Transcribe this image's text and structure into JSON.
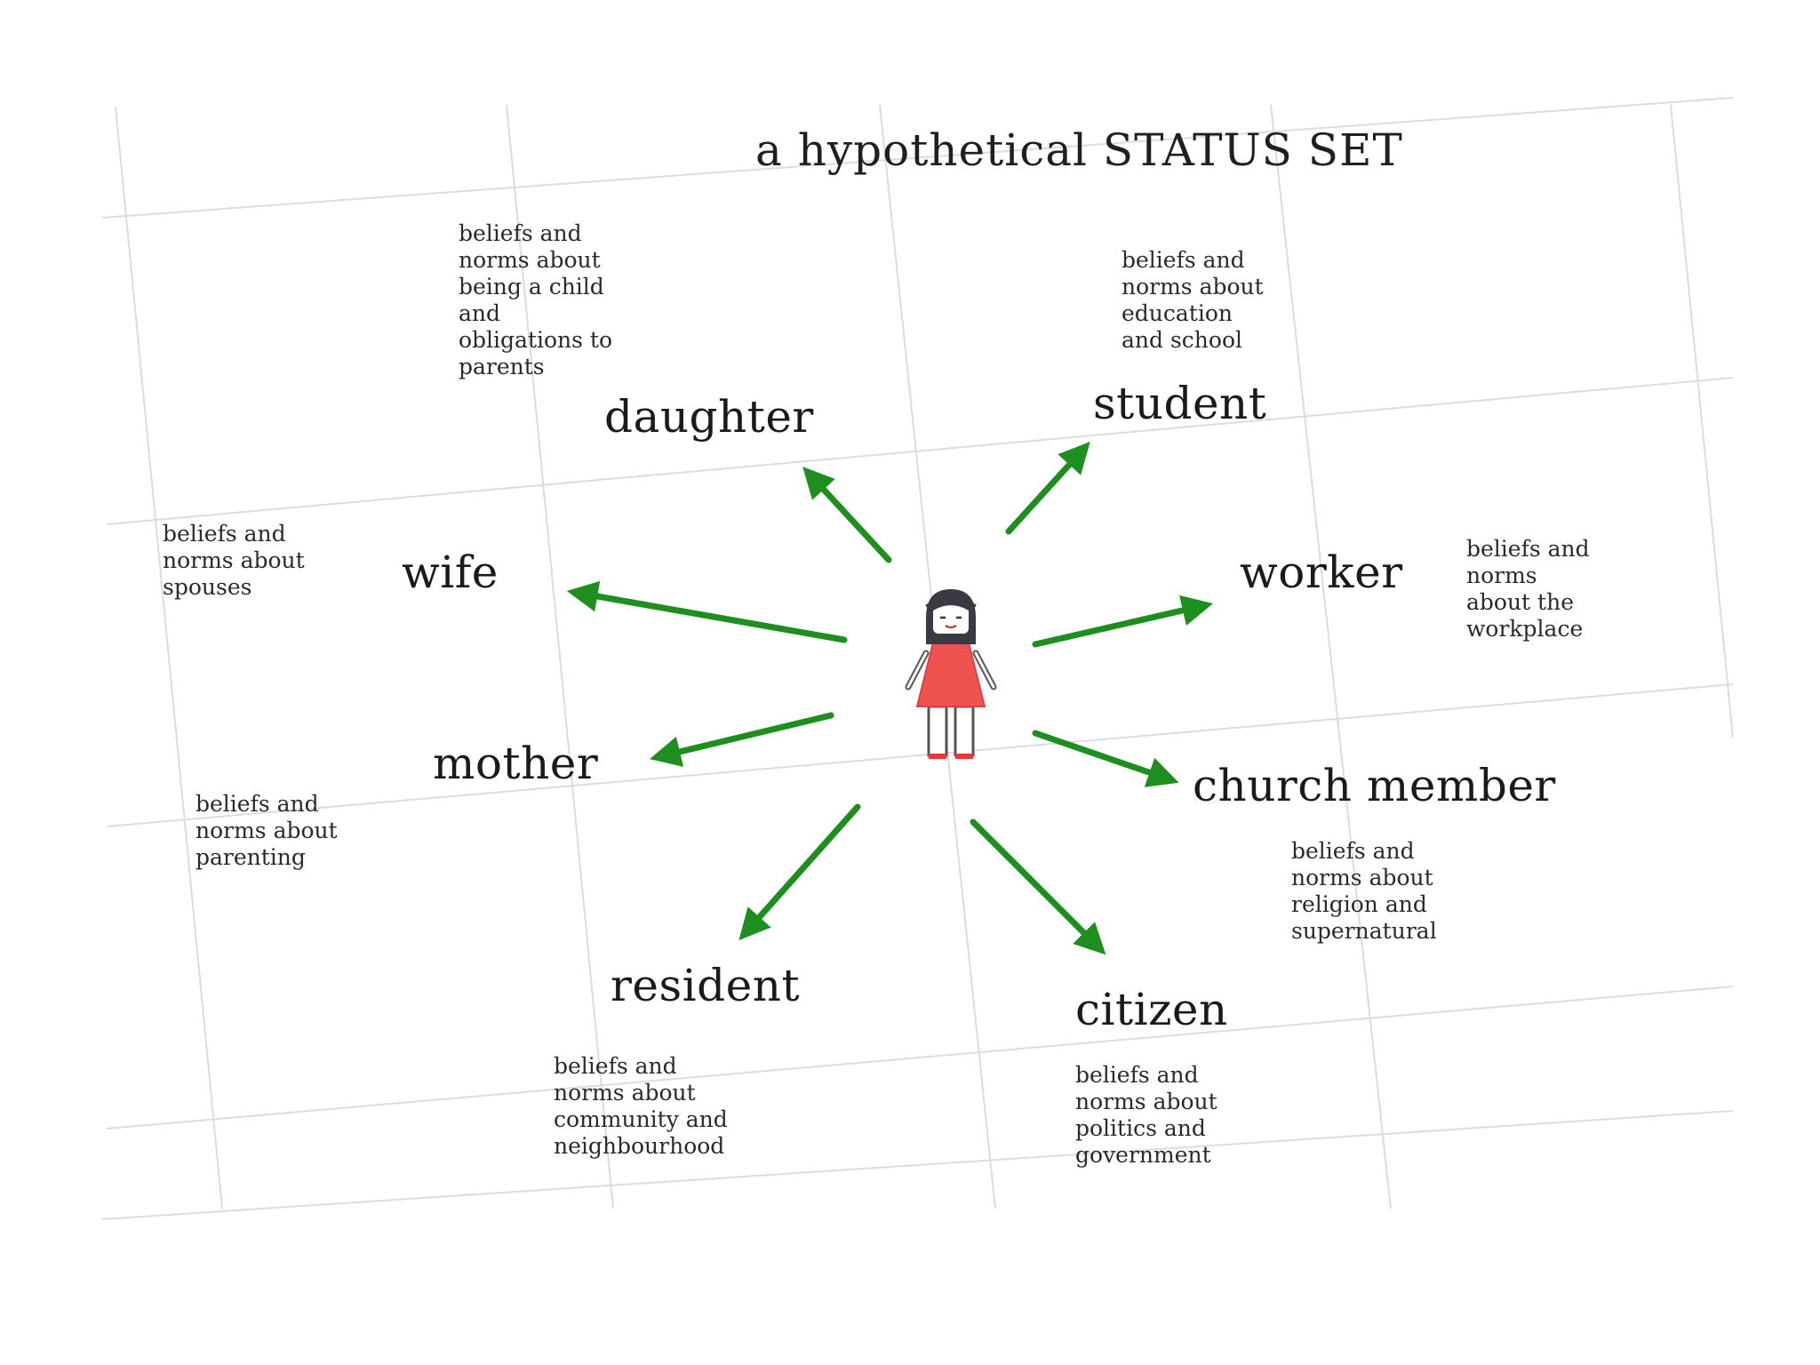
{
  "title": "a hypothetical STATUS SET",
  "colors": {
    "arrow": "#1e8f1e",
    "grid": "#dcdcdc",
    "dress": "#ef5350",
    "hair": "#3a3a44"
  },
  "center": {
    "label": "",
    "icon": "woman-figure-icon"
  },
  "statuses": {
    "daughter": {
      "label": "daughter",
      "note": [
        "beliefs and",
        "norms about",
        "being a child",
        "and",
        "obligations to",
        "parents"
      ]
    },
    "student": {
      "label": "student",
      "note": [
        "beliefs and",
        "norms about",
        "education",
        "and school"
      ]
    },
    "wife": {
      "label": "wife",
      "note": [
        "beliefs and",
        "norms about",
        "spouses"
      ]
    },
    "worker": {
      "label": "worker",
      "note": [
        "beliefs and",
        "norms",
        "about the",
        "workplace"
      ]
    },
    "mother": {
      "label": "mother",
      "note": [
        "beliefs and",
        "norms about",
        "parenting"
      ]
    },
    "church_member": {
      "label": "church member",
      "note": [
        "beliefs and",
        "norms about",
        "religion and",
        "supernatural"
      ]
    },
    "resident": {
      "label": "resident",
      "note": [
        "beliefs and",
        "norms about",
        "community and",
        "neighbourhood"
      ]
    },
    "citizen": {
      "label": "citizen",
      "note": [
        "beliefs and",
        "norms about",
        "politics and",
        "government"
      ]
    }
  }
}
